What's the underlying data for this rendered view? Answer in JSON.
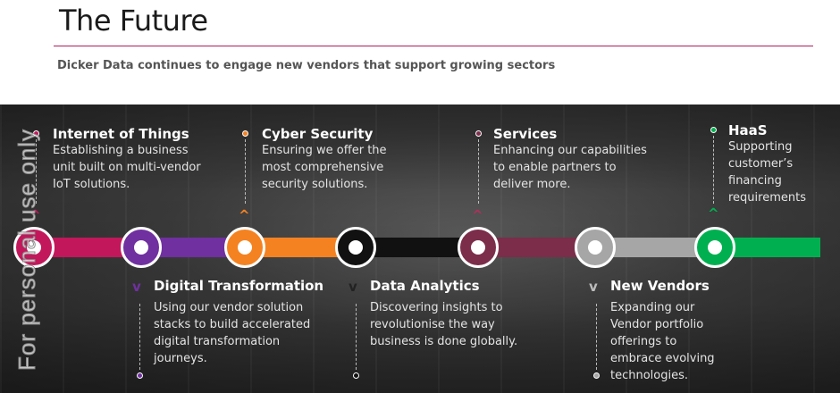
{
  "title": "The Future",
  "subtitle": "Dicker Data continues to engage new vendors that support growing sectors",
  "watermark": "For personal use only",
  "top_items": [
    {
      "heading": "Internet of Things",
      "lines": [
        "Establishing a business",
        "unit built on multi-vendor",
        "IoT solutions."
      ],
      "color": "#c2185b"
    },
    {
      "heading": "Cyber Security",
      "lines": [
        "Ensuring we offer the",
        "most comprehensive",
        "security solutions."
      ],
      "color": "#f58220"
    },
    {
      "heading": "Services",
      "lines": [
        "Enhancing our capabilities",
        "to enable partners to",
        "deliver more."
      ],
      "color": "#7b2d4a"
    },
    {
      "heading": "HaaS",
      "lines": [
        "Supporting",
        "customer’s",
        "financing",
        "requirements"
      ],
      "color": "#00b050"
    }
  ],
  "bottom_items": [
    {
      "heading": "Digital Transformation",
      "lines": [
        "Using our vendor solution",
        "stacks to build accelerated",
        "digital transformation",
        "journeys."
      ],
      "color": "#7030a0"
    },
    {
      "heading": "Data Analytics",
      "lines": [
        "Discovering insights to",
        "revolutionise the way",
        "business is done globally."
      ],
      "color": "#111111"
    },
    {
      "heading": "New Vendors",
      "lines": [
        "Expanding our",
        "Vendor portfolio",
        "offerings to",
        "embrace evolving",
        "technologies."
      ],
      "color": "#a6a6a6"
    }
  ],
  "timeline_colors": [
    "#c2185b",
    "#7030a0",
    "#f58220",
    "#111111",
    "#7b2d4a",
    "#a6a6a6",
    "#00b050"
  ]
}
